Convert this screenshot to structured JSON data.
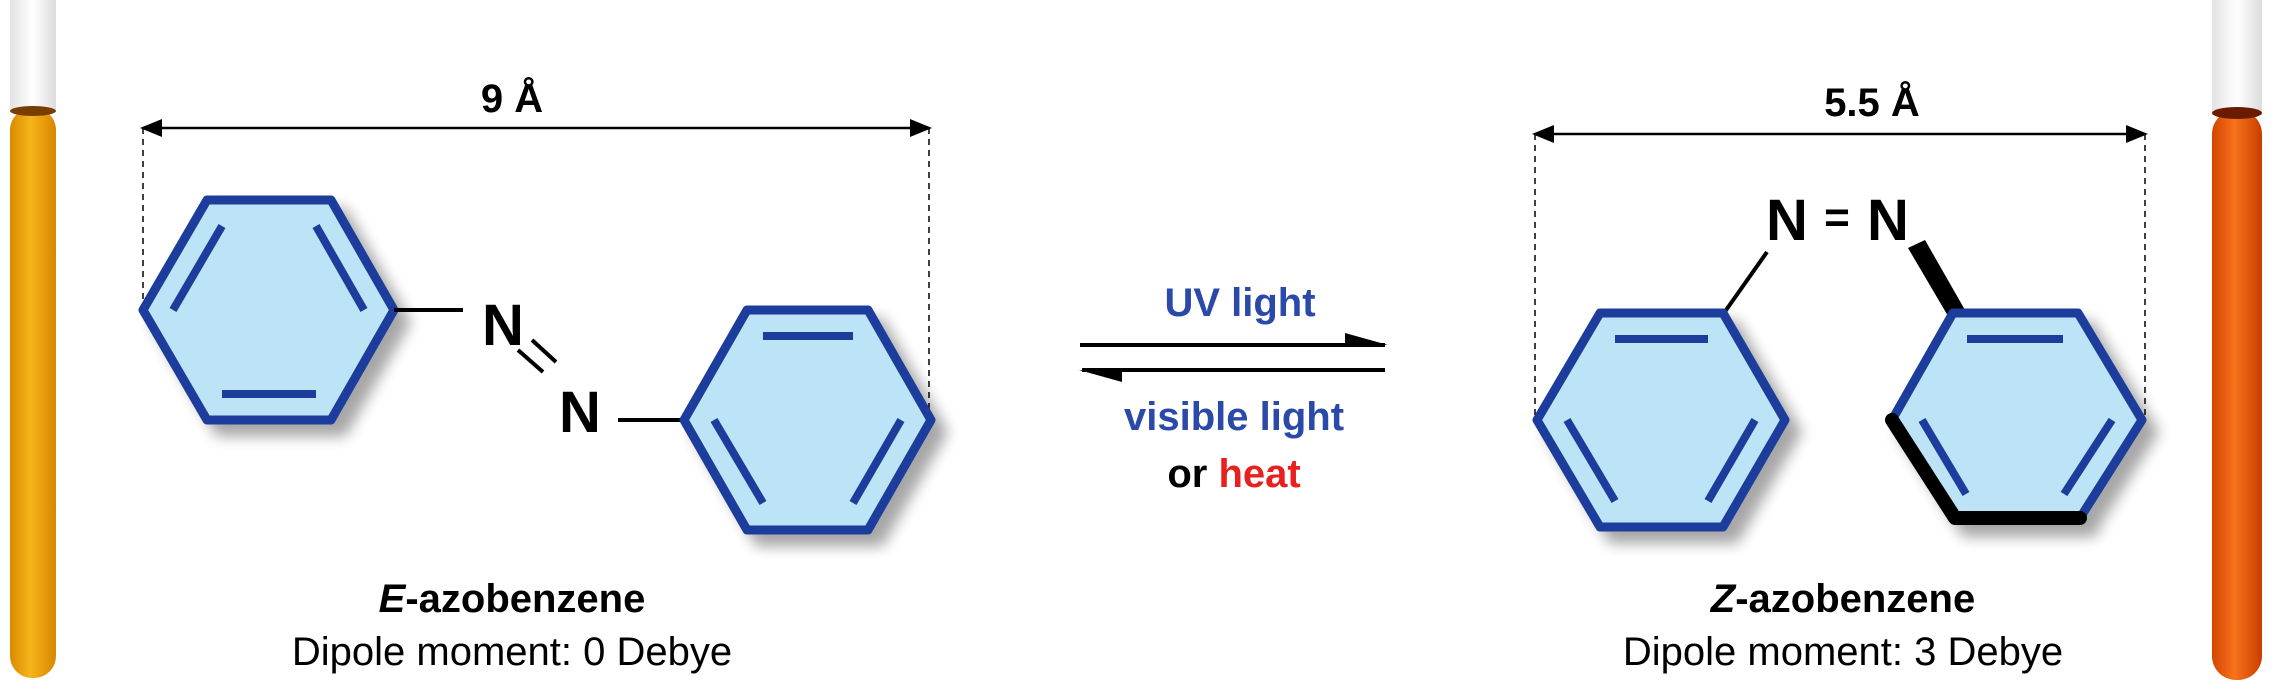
{
  "left": {
    "distance": "9 Å",
    "atom1": "N",
    "atom2": "N",
    "isomer_prefix": "E",
    "isomer_suffix": "-azobenzene",
    "dipole": "Dipole moment: 0 Debye"
  },
  "right": {
    "distance": "5.5 Å",
    "atom1": "N",
    "atom2": "N",
    "bond": "=",
    "isomer_prefix": "Z",
    "isomer_suffix": "-azobenzene",
    "dipole": "Dipole moment: 3 Debye"
  },
  "equilibrium": {
    "forward": "UV light",
    "reverse": "visible light",
    "or_word": "or",
    "heat": "heat"
  },
  "colors": {
    "ring_stroke": "#1f3d9c",
    "ring_fill": "#bde3f7",
    "label_blue": "#2a49a8",
    "heat_red": "#e8201e",
    "tube_left": "#f0a300",
    "tube_right": "#ee5a06"
  }
}
